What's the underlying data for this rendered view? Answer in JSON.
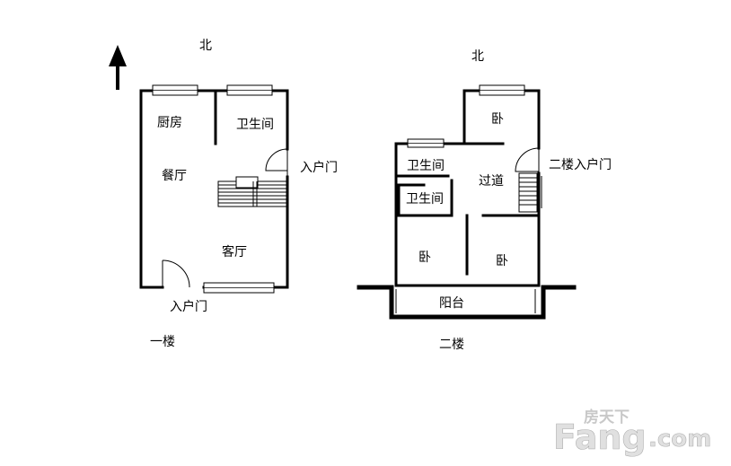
{
  "floor1": {
    "north": "北",
    "kitchen": "厨房",
    "bathroom": "卫生间",
    "dining": "餐厅",
    "living": "客厅",
    "entrance_side": "入户门",
    "entrance_bottom": "入户门",
    "floor_label": "一楼"
  },
  "floor2": {
    "north": "北",
    "bedroom_top": "卧",
    "bathroom_1": "卫生间",
    "bathroom_2": "卫生间",
    "corridor": "过道",
    "entrance": "二楼入户门",
    "bedroom_left": "卧",
    "bedroom_right": "卧",
    "balcony": "阳台",
    "floor_label": "二楼"
  },
  "watermark": {
    "cn": "房天下",
    "brand": "Fang",
    "domain": ".com"
  }
}
